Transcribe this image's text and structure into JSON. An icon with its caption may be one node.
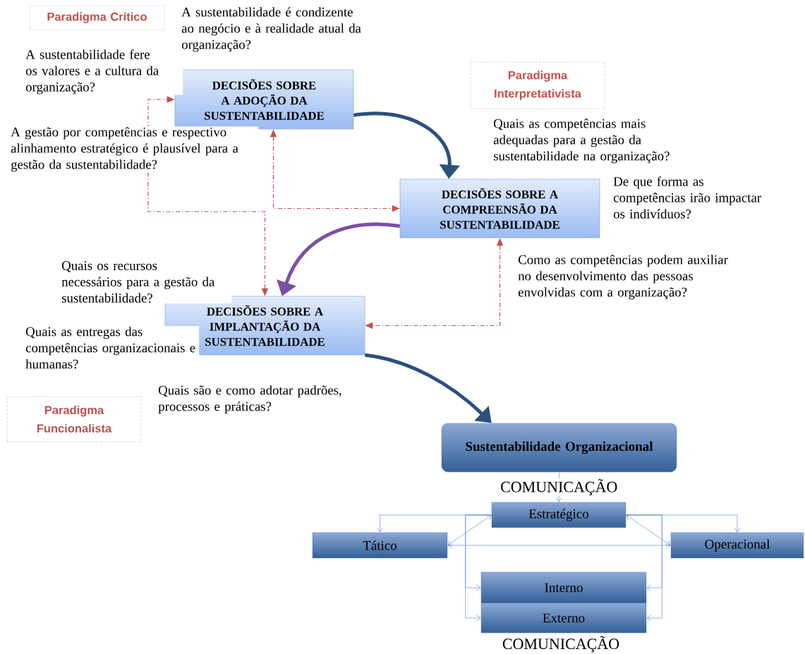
{
  "diagram": {
    "nodes": [
      {
        "text": [
          "Paradigma Crítico"
        ]
      },
      {
        "text": [
          "Paradigma Interpretativista"
        ]
      },
      {
        "text": [
          "Paradigma Funcionalista"
        ]
      },
      {
        "text": [
          "DECISÕES SOBRE A ADOÇÃO DA SUSTENTABILIDADE"
        ]
      },
      {
        "text": [
          "DECISÕES SOBRE A COMPREENSÃO DA SUSTENTABILIDADE"
        ]
      },
      {
        "text": [
          "DECISÕES SOBRE A IMPLANTAÇÃO DA SUSTENTABILIDADE"
        ]
      },
      {
        "text": [
          "Sustentabilidade Organizacional"
        ]
      },
      {
        "text": [
          "Estratégico"
        ]
      },
      {
        "text": [
          "Tático"
        ]
      },
      {
        "text": [
          "Operacional"
        ]
      },
      {
        "text": [
          "Interno"
        ]
      },
      {
        "text": [
          "Externo"
        ]
      }
    ],
    "edges": [
      {
        "from": 3,
        "to": 4,
        "arrow": "to",
        "style": "thick",
        "color": "#2c4f7c"
      },
      {
        "from": 4,
        "to": 5,
        "arrow": "to",
        "style": "thick",
        "color": "#7b4fa2"
      },
      {
        "from": 5,
        "to": 6,
        "arrow": "to",
        "style": "thick",
        "color": "#2c4f7c"
      },
      {
        "from": 5,
        "to": 3,
        "arrow": "both",
        "style": "dashed",
        "color": "#c0504d"
      },
      {
        "from": 3,
        "to": 4,
        "arrow": "both",
        "style": "dashed",
        "color": "#c0504d"
      },
      {
        "from": 4,
        "to": 5,
        "arrow": "both",
        "style": "dashed",
        "color": "#c0504d"
      },
      {
        "from": 6,
        "to": 7,
        "arrow": "to",
        "label": "COMUNICAÇÃO"
      },
      {
        "from": 7,
        "to": 8,
        "arrow": "to"
      },
      {
        "from": 7,
        "to": 8,
        "arrow": "both"
      },
      {
        "from": 7,
        "to": 9,
        "arrow": "to"
      },
      {
        "from": 7,
        "to": 9,
        "arrow": "both"
      },
      {
        "from": 8,
        "to": 9,
        "arrow": "both"
      },
      {
        "from": 7,
        "to": 10,
        "arrow": "to"
      },
      {
        "from": 7,
        "to": 11,
        "arrow": "to"
      },
      {
        "from": 7,
        "to": 10,
        "arrow": "to"
      },
      {
        "from": 7,
        "to": 11,
        "arrow": "to"
      }
    ],
    "labels": [
      "A sustentabilidade é condizente ao negócio e à realidade atual da organização?",
      "A sustentabilidade fere os valores e a cultura da organização?",
      "A gestão por competências e respectivo alinhamento estratégico é plausível para a gestão da sustentabilidade?",
      "Quais as competências mais adequadas para a gestão da sustentabilidade na organização?",
      "De que forma as competências irão impactar os indivíduos?",
      "Como as competências podem auxiliar no desenvolvimento das pessoas envolvidas com a organização?",
      "Quais os recursos necessários para a gestão da sustentabilidade?",
      "Quais as entregas das competências organizacionais e humanas?",
      "Quais são e como adotar padrões, processos e práticas?",
      "COMUNICAÇÃO"
    ]
  }
}
